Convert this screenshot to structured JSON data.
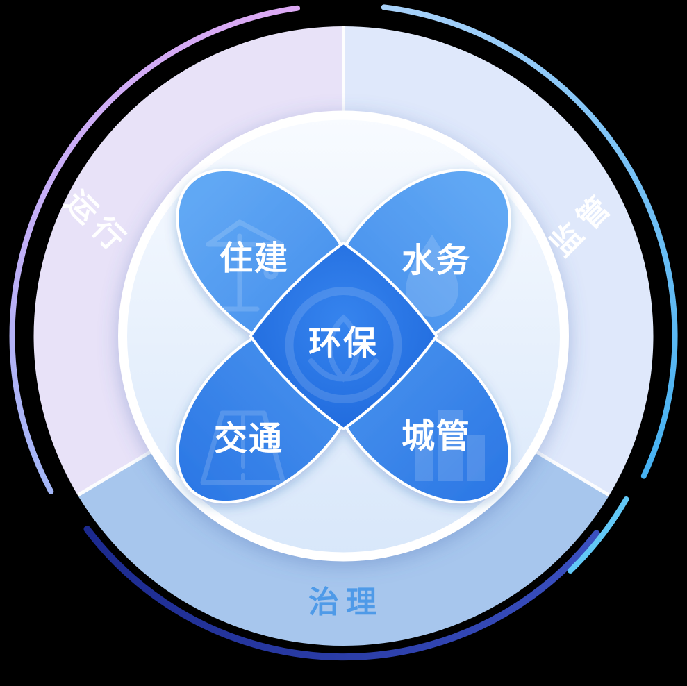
{
  "diagram": {
    "center": {
      "label": "环保",
      "icon": "environmental-protection-emblem-icon"
    },
    "petals": [
      {
        "id": "housing-construction",
        "label": "住建",
        "icon": "crane-icon",
        "position": "top-left"
      },
      {
        "id": "water-affairs",
        "label": "水务",
        "icon": "water-drop-icon",
        "position": "top-right"
      },
      {
        "id": "transportation",
        "label": "交通",
        "icon": "road-icon",
        "position": "bottom-left"
      },
      {
        "id": "urban-management",
        "label": "城管",
        "icon": "buildings-icon",
        "position": "bottom-right"
      }
    ],
    "sectors": [
      {
        "id": "operation",
        "label": "运行",
        "color": "#E8E2F8",
        "label_color": "#FFFFFF",
        "position": "upper-left"
      },
      {
        "id": "supervision",
        "label": "监管",
        "color": "#DFE8FB",
        "label_color": "#FFFFFF",
        "position": "upper-right"
      },
      {
        "id": "governance",
        "label": "治理",
        "color": "#A7C6ED",
        "label_color": "#4E9AE8",
        "position": "bottom"
      }
    ],
    "colors": {
      "petal_blue_light": "#5FA6F3",
      "petal_blue_dark": "#2B77E5",
      "core_blue": "#2371E4",
      "arc_purple": "#DCA9F4",
      "arc_blue": "#47B2F2",
      "arc_navy": "#2635A5",
      "arc_cyan": "#62C8F6",
      "background": "#000000"
    }
  }
}
